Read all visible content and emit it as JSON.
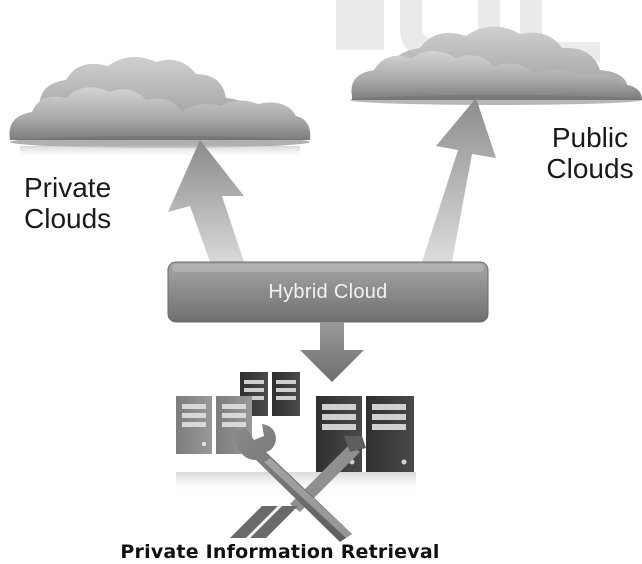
{
  "diagram": {
    "nodes": {
      "private_clouds": {
        "label": "Private\nClouds",
        "icon": "cloud-icon"
      },
      "public_clouds": {
        "label": "Public\nClouds",
        "icon": "cloud-icon"
      },
      "hybrid_cloud": {
        "label": "Hybrid Cloud"
      },
      "servers": {
        "icon": "server-rack-icon"
      },
      "tools": {
        "icon": "wrench-screwdriver-icon"
      }
    },
    "edges": [
      {
        "from": "hybrid_cloud",
        "to": "private_clouds"
      },
      {
        "from": "hybrid_cloud",
        "to": "public_clouds"
      },
      {
        "from": "hybrid_cloud",
        "to": "servers"
      }
    ],
    "caption": "Private Information Retrieval",
    "colors": {
      "cloud_light": "#bdbdbd",
      "cloud_dark": "#7a7a7a",
      "hybrid_box": "#8c8c8c",
      "arrow": "#9a9a9a",
      "server_dark": "#3b3b3b",
      "server_light": "#8a8a8a"
    }
  }
}
